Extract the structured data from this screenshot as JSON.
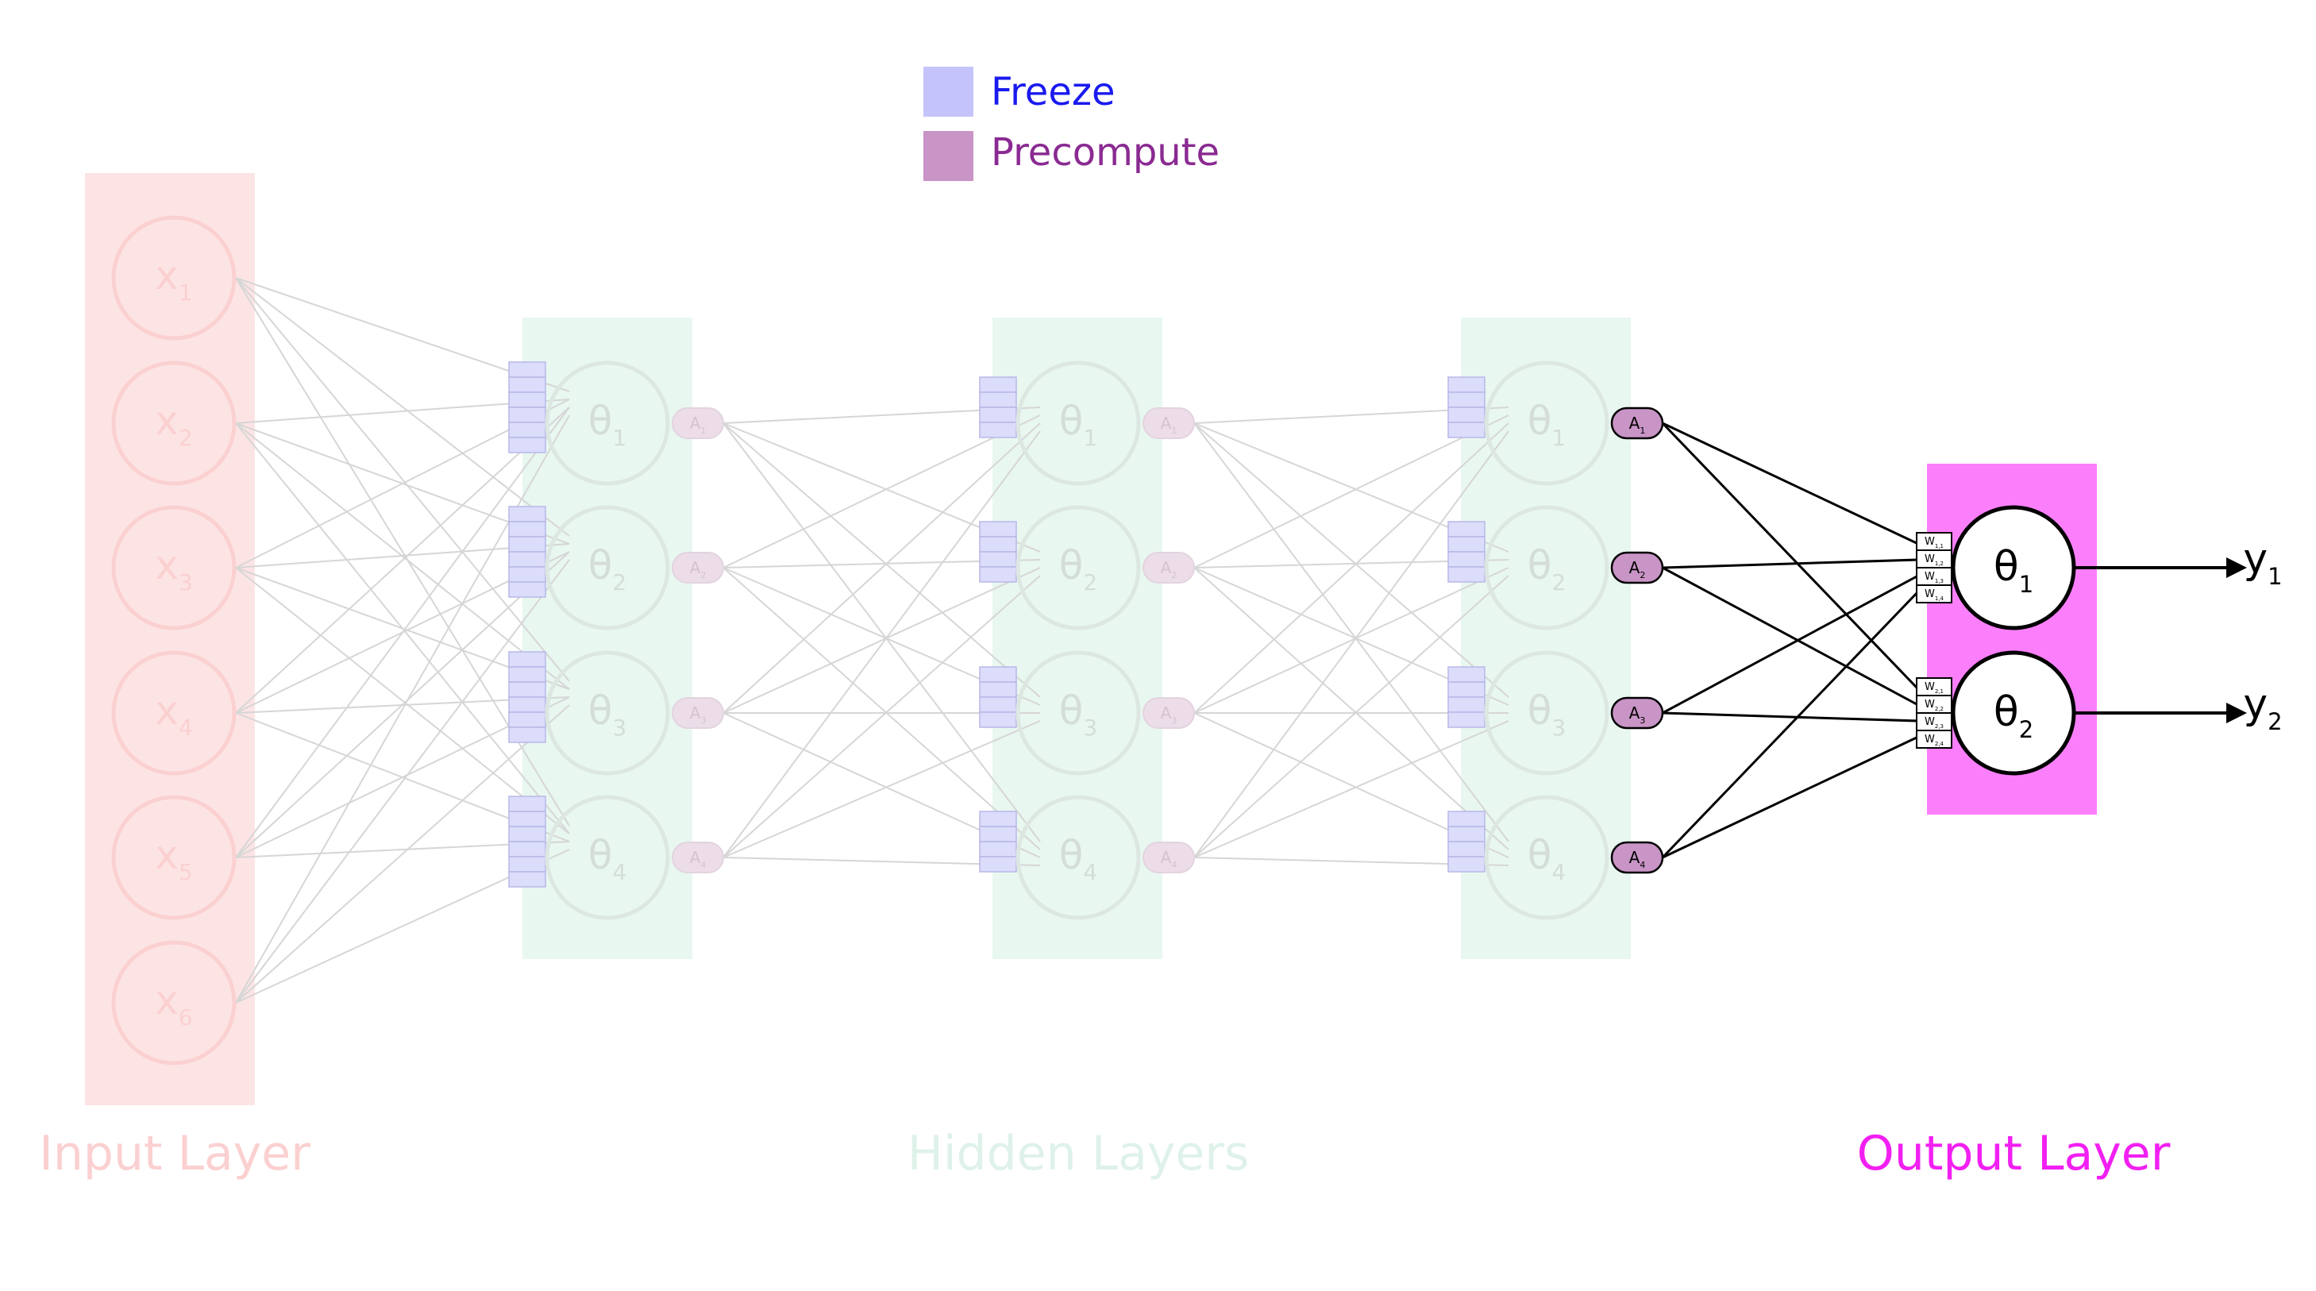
{
  "legend": [
    {
      "label": "Freeze",
      "swatch_color": "#c4c4fb",
      "text_color": "#1a1aee"
    },
    {
      "label": "Precompute",
      "swatch_color": "#c994c6",
      "text_color": "#8a2a92"
    }
  ],
  "layer_labels": {
    "input": "Input Layer",
    "hidden": "Hidden Layers",
    "output": "Output Layer"
  },
  "colors": {
    "input_band": "#fde4e4",
    "input_label": "#fbd0d0",
    "hidden_band": "#e8f7f0",
    "hidden_label": "#dff2ea",
    "output_band": "#fb7ffb",
    "output_label": "#f21ff2",
    "faded_stroke": "#d6d6d6",
    "faded_text": "#c8c8c8",
    "weight_fill": "#dcdcfb",
    "activation_fill": "#c994c6",
    "faded_activation_fill": "#ecdde9"
  },
  "input_nodes": [
    {
      "sym": "x",
      "sub": "1"
    },
    {
      "sym": "x",
      "sub": "2"
    },
    {
      "sym": "x",
      "sub": "3"
    },
    {
      "sym": "x",
      "sub": "4"
    },
    {
      "sym": "x",
      "sub": "5"
    },
    {
      "sym": "x",
      "sub": "6"
    }
  ],
  "hidden_nodes": [
    {
      "sym": "θ",
      "sub": "1"
    },
    {
      "sym": "θ",
      "sub": "2"
    },
    {
      "sym": "θ",
      "sub": "3"
    },
    {
      "sym": "θ",
      "sub": "4"
    }
  ],
  "activations": [
    {
      "sym": "A",
      "sub": "1"
    },
    {
      "sym": "A",
      "sub": "2"
    },
    {
      "sym": "A",
      "sub": "3"
    },
    {
      "sym": "A",
      "sub": "4"
    }
  ],
  "output_nodes": [
    {
      "sym": "θ",
      "sub": "1",
      "out_sym": "y",
      "out_sub": "1"
    },
    {
      "sym": "θ",
      "sub": "2",
      "out_sym": "y",
      "out_sub": "2"
    }
  ],
  "output_weights": [
    [
      {
        "sym": "W",
        "sub": "1,1"
      },
      {
        "sym": "W",
        "sub": "1,2"
      },
      {
        "sym": "W",
        "sub": "1,3"
      },
      {
        "sym": "W",
        "sub": "1,4"
      }
    ],
    [
      {
        "sym": "W",
        "sub": "2,1"
      },
      {
        "sym": "W",
        "sub": "2,2"
      },
      {
        "sym": "W",
        "sub": "2,3"
      },
      {
        "sym": "W",
        "sub": "2,4"
      }
    ]
  ]
}
